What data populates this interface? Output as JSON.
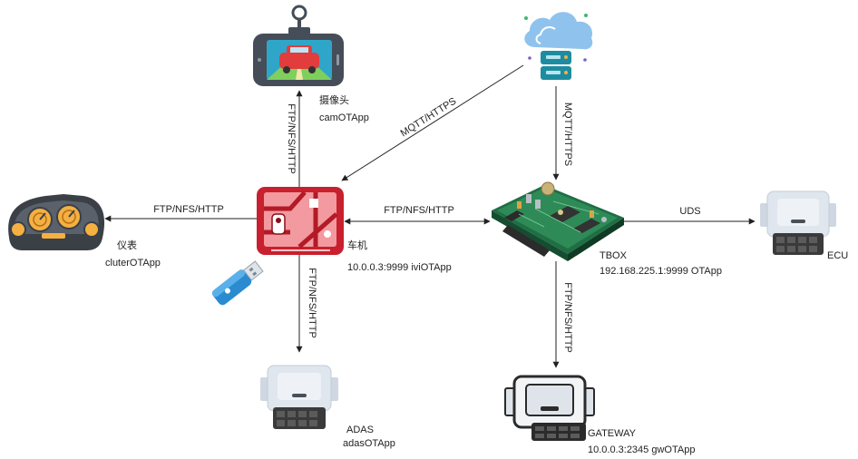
{
  "nodes": {
    "camera": {
      "name": "摄像头",
      "app": "camOTApp"
    },
    "cluster": {
      "name": "仪表",
      "app": "cluterOTApp"
    },
    "ivi": {
      "name": "车机",
      "addr": "10.0.0.3:9999  iviOTApp"
    },
    "tbox": {
      "name": "TBOX",
      "addr": "192.168.225.1:9999  OTApp"
    },
    "ecu": {
      "name": "ECU"
    },
    "adas": {
      "name": "ADAS",
      "app": "adasOTApp"
    },
    "gateway": {
      "name": "GATEWAY",
      "addr": "10.0.0.3:2345  gwOTApp"
    },
    "cloud": {}
  },
  "edges": {
    "ivi_camera": "FTP/NFS/HTTP",
    "ivi_cluster": "FTP/NFS/HTTP",
    "ivi_adas": "FTP/NFS/HTTP",
    "ivi_tbox": "FTP/NFS/HTTP",
    "cloud_ivi": "MQTT/HTTPS",
    "cloud_tbox": "MQTT/HTTPS",
    "tbox_ecu": "UDS",
    "tbox_gateway": "FTP/NFS/HTTP"
  },
  "colors": {
    "arrow": "#222222",
    "ivi_red": "#c8202e",
    "ecu_body": "#dfe6ee",
    "ecu_connector": "#3a3a3a",
    "board_green": "#2e8b57",
    "cloud_blue": "#8fc3ee",
    "server_teal": "#1e8ca0",
    "usb_blue": "#2a8bd0",
    "gauge_orange": "#f4b042",
    "camera_frame": "#454e58"
  }
}
